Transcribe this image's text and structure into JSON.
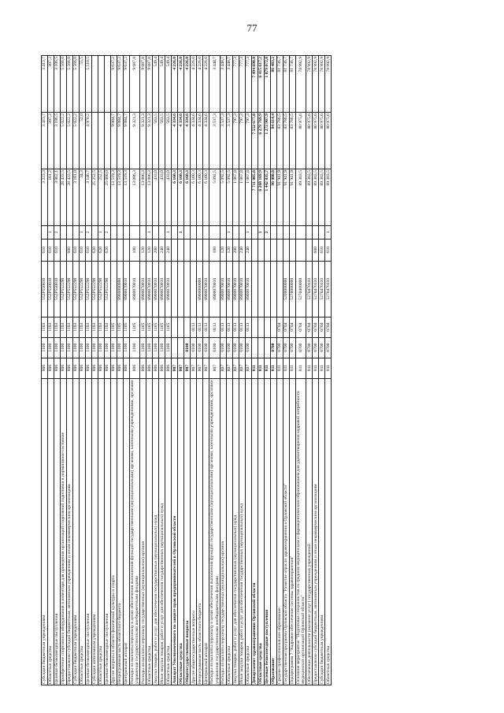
{
  "page_number": "77",
  "rows": [
    {
      "name": "Субсидии бюджетным учреждениям",
      "ved": "806",
      "rz": "1100",
      "pr": "1103",
      "cs": "552Р550810",
      "vr": "610",
      "flag": "",
      "s1": "3 223,3",
      "s2": "3 413,7",
      "s3": "3 413,7",
      "b": false
    },
    {
      "name": "Областные средства",
      "ved": "806",
      "rz": "1100",
      "pr": "1103",
      "cs": "552Р550810",
      "vr": "610",
      "flag": "1",
      "s1": "161,2",
      "s2": "307,2",
      "s3": "307,2",
      "b": false
    },
    {
      "name": "Целевые безвозмездные поступления",
      "ved": "806",
      "rz": "1100",
      "pr": "1103",
      "cs": "552Р550810",
      "vr": "610",
      "flag": "2",
      "s1": "3 062,1",
      "s2": "3 106,5",
      "s3": "3 106,5",
      "b": false
    },
    {
      "name": "Приобретение спортивного оборудования и инвентаря для приведения организаций спортивной подготовки в нормативное состояние",
      "ved": "806",
      "rz": "1100",
      "pr": "1103",
      "cs": "552Р552290",
      "vr": "",
      "flag": "",
      "s1": "28 433,5",
      "s2": "5 022,2",
      "s3": "5 566,0",
      "b": false
    },
    {
      "name": "Предоставление субсидий бюджетным, автономным учреждениям и иным некоммерческим организациям",
      "ved": "806",
      "rz": "1100",
      "pr": "1103",
      "cs": "552Р552290",
      "vr": "600",
      "flag": "",
      "s1": "28 433,5",
      "s2": "5 022,2",
      "s3": "5 566,0",
      "b": false
    },
    {
      "name": "Субсидии бюджетным учреждениям",
      "ved": "806",
      "rz": "1100",
      "pr": "1103",
      "cs": "552Р552290",
      "vr": "610",
      "flag": "",
      "s1": "3 181,0",
      "s2": "5 022,2",
      "s3": "5 566,0",
      "b": false
    },
    {
      "name": "Областные средства",
      "ved": "806",
      "rz": "1100",
      "pr": "1103",
      "cs": "552Р552290",
      "vr": "610",
      "flag": "1",
      "s1": "34,3",
      "s2": "52,0",
      "s3": "55,5",
      "b": false
    },
    {
      "name": "Целевые безвозмездные поступления",
      "ved": "806",
      "rz": "1100",
      "pr": "1103",
      "cs": "552Р552290",
      "vr": "610",
      "flag": "2",
      "s1": "3 146,7",
      "s2": "4 970,2",
      "s3": "5 510,5",
      "b": false
    },
    {
      "name": "Субсидии автономным учреждениям",
      "ved": "806",
      "rz": "1100",
      "pr": "1103",
      "cs": "552Р552290",
      "vr": "620",
      "flag": "",
      "s1": "25 252,5",
      "s2": "",
      "s3": "",
      "b": false
    },
    {
      "name": "Областные средства",
      "ved": "806",
      "rz": "1100",
      "pr": "1103",
      "cs": "552Р552290",
      "vr": "620",
      "flag": "1",
      "s1": "252,5",
      "s2": "",
      "s3": "",
      "b": false
    },
    {
      "name": "Целевые безвозмездные поступления",
      "ved": "806",
      "rz": "1100",
      "pr": "1103",
      "cs": "552Р552290",
      "vr": "620",
      "flag": "2",
      "s1": "25 000,0",
      "s2": "",
      "s3": "",
      "b": false
    },
    {
      "name": "Другие вопросы в области физической культуры и спорта",
      "ved": "806",
      "rz": "1100",
      "pr": "1105",
      "cs": "",
      "vr": "",
      "flag": "",
      "s1": "13 519,3",
      "s2": "9 884,7",
      "s3": "9 637,2",
      "b": false
    },
    {
      "name": "Непрограммная часть областного бюджета",
      "ved": "806",
      "rz": "1100",
      "pr": "1105",
      "cs": "8900000000",
      "vr": "",
      "flag": "",
      "s1": "13 519,3",
      "s2": "9 884,7",
      "s3": "9 637,2",
      "b": false
    },
    {
      "name": "Центральный аппарат",
      "ved": "806",
      "rz": "1100",
      "pr": "1105",
      "cs": "8900070010",
      "vr": "",
      "flag": "",
      "s1": "13 519,3",
      "s2": "9 884,7",
      "s3": "9 637,2",
      "b": false
    },
    {
      "name": "Расходы на выплаты персоналу в целях обеспечения выполнения функций государственными (муниципальными) органами, казенными учреждениями, органами управления государственными внебюджетными фондами",
      "ved": "806",
      "rz": "1100",
      "pr": "1105",
      "cs": "8900070010",
      "vr": "100",
      "flag": "",
      "s1": "13 086,3",
      "s2": "9 321,3",
      "s3": "9 087,8",
      "b": false
    },
    {
      "name": "Расходы на выплаты персоналу государственных (муниципальных) органов",
      "ved": "806",
      "rz": "1100",
      "pr": "1105",
      "cs": "8900070010",
      "vr": "120",
      "flag": "",
      "s1": "13 086,3",
      "s2": "9 321,3",
      "s3": "9 087,8",
      "b": false
    },
    {
      "name": "Областные средства",
      "ved": "806",
      "rz": "1100",
      "pr": "1105",
      "cs": "8900070010",
      "vr": "120",
      "flag": "1",
      "s1": "13 086,3",
      "s2": "9 321,3",
      "s3": "9 087,8",
      "b": false
    },
    {
      "name": "Закупка товаров, работ и услуг для обеспечения государственных (муниципальных) нужд",
      "ved": "806",
      "rz": "1100",
      "pr": "1105",
      "cs": "8900070010",
      "vr": "200",
      "flag": "",
      "s1": "433,0",
      "s2": "563,5",
      "s3": "549,4",
      "b": false
    },
    {
      "name": "Иные закупки товаров, работ и услуг для обеспечения государственных (муниципальных) нужд",
      "ved": "806",
      "rz": "1100",
      "pr": "1105",
      "cs": "8900070010",
      "vr": "240",
      "flag": "",
      "s1": "433,0",
      "s2": "563,5",
      "s3": "549,4",
      "b": false
    },
    {
      "name": "Областные средства",
      "ved": "806",
      "rz": "1100",
      "pr": "1105",
      "cs": "8900070010",
      "vr": "240",
      "flag": "1",
      "s1": "433,0",
      "s2": "563,5",
      "s3": "549,4",
      "b": false
    },
    {
      "name": "Аппарат Уполномоченного по защите прав предпринимателей в Орловской области",
      "ved": "807",
      "rz": "",
      "pr": "",
      "cs": "",
      "vr": "",
      "flag": "",
      "s1": "6 160,3",
      "s2": "4 334,6",
      "s3": "4 226,0",
      "b": true
    },
    {
      "name": "Областные средства",
      "ved": "807",
      "rz": "",
      "pr": "",
      "cs": "",
      "vr": "",
      "flag": "1",
      "s1": "6 160,3",
      "s2": "4 334,6",
      "s3": "4 226,0",
      "b": true
    },
    {
      "name": "Общегосударственные вопросы",
      "ved": "807",
      "rz": "0100",
      "pr": "",
      "cs": "",
      "vr": "",
      "flag": "",
      "s1": "6 160,3",
      "s2": "4 334,6",
      "s3": "4 226,0",
      "b": true
    },
    {
      "name": "Другие общегосударственные вопросы",
      "ved": "807",
      "rz": "0100",
      "pr": "0113",
      "cs": "",
      "vr": "",
      "flag": "",
      "s1": "6 160,3",
      "s2": "4 334,6",
      "s3": "4 226,0",
      "b": false
    },
    {
      "name": "Непрограммная часть областного бюджета",
      "ved": "807",
      "rz": "0100",
      "pr": "0113",
      "cs": "8900000000",
      "vr": "",
      "flag": "",
      "s1": "6 160,3",
      "s2": "4 334,6",
      "s3": "4 226,0",
      "b": false
    },
    {
      "name": "Центральный аппарат",
      "ved": "807",
      "rz": "0100",
      "pr": "0113",
      "cs": "8900070010",
      "vr": "",
      "flag": "",
      "s1": "6 160,3",
      "s2": "4 334,6",
      "s3": "4 226,0",
      "b": false
    },
    {
      "name": "Расходы на выплаты персоналу в целях обеспечения выполнения функций государственными (муниципальными) органами, казенными учреждениями, органами управления государственными внебюджетными фондами",
      "ved": "807",
      "rz": "0100",
      "pr": "0113",
      "cs": "8900070010",
      "vr": "100",
      "flag": "",
      "s1": "5 092,5",
      "s2": "3 537,3",
      "s3": "3 448,7",
      "b": false
    },
    {
      "name": "Расходы на выплаты персоналу государственных (муниципальных) органов",
      "ved": "807",
      "rz": "0100",
      "pr": "0113",
      "cs": "8900070010",
      "vr": "120",
      "flag": "",
      "s1": "5 092,5",
      "s2": "3 537,3",
      "s3": "3 448,7",
      "b": false
    },
    {
      "name": "Областные средства",
      "ved": "807",
      "rz": "0100",
      "pr": "0113",
      "cs": "8900070010",
      "vr": "120",
      "flag": "1",
      "s1": "5 092,5",
      "s2": "3 537,3",
      "s3": "3 448,7",
      "b": false
    },
    {
      "name": "Закупка товаров, работ и услуг для обеспечения государственных (муниципальных) нужд",
      "ved": "807",
      "rz": "0100",
      "pr": "0113",
      "cs": "8900070010",
      "vr": "200",
      "flag": "",
      "s1": "1 067,8",
      "s2": "797,3",
      "s3": "777,3",
      "b": false
    },
    {
      "name": "Иные закупки товаров, работ и услуг для обеспечения государственных (муниципальных) нужд",
      "ved": "807",
      "rz": "0100",
      "pr": "0113",
      "cs": "8900070010",
      "vr": "240",
      "flag": "",
      "s1": "1 067,8",
      "s2": "797,3",
      "s3": "777,3",
      "b": false
    },
    {
      "name": "Областные средства",
      "ved": "807",
      "rz": "0100",
      "pr": "0113",
      "cs": "8900070010",
      "vr": "240",
      "flag": "1",
      "s1": "1 067,8",
      "s2": "797,3",
      "s3": "777,3",
      "b": false
    },
    {
      "name": "Департамент здравоохранения Орловской области",
      "ved": "811",
      "rz": "",
      "pr": "",
      "cs": "",
      "vr": "",
      "flag": "",
      "s1": "7 711 005,6",
      "s2": "7 552 677,8",
      "s3": "7 494 690,0",
      "b": true
    },
    {
      "name": "Областные средства",
      "ved": "811",
      "rz": "",
      "pr": "",
      "cs": "",
      "vr": "",
      "flag": "1",
      "s1": "6 268 169,9",
      "s2": "6 279 769,9",
      "s3": "6 415 617,2",
      "b": true
    },
    {
      "name": "Целевые безвозмездные поступления",
      "ved": "811",
      "rz": "",
      "pr": "",
      "cs": "",
      "vr": "",
      "flag": "2",
      "s1": "1 442 835,7",
      "s2": "1 272 907,9",
      "s3": "1 079 072,8",
      "b": true
    },
    {
      "name": "Образование",
      "ved": "811",
      "rz": "0700",
      "pr": "",
      "cs": "",
      "vr": "",
      "flag": "",
      "s1": "96 080,8",
      "s2": "84 614,4",
      "s3": "86 483,2",
      "b": true
    },
    {
      "name": "Среднее профессиональное образование",
      "ved": "811",
      "rz": "0700",
      "pr": "0704",
      "cs": "",
      "vr": "",
      "flag": "",
      "s1": "91 941,9",
      "s2": "83 766,5",
      "s3": "81 736,7",
      "b": false
    },
    {
      "name": "Государственная программа Орловской области \"Развитие отрасли здравоохранения в Орловской области\"",
      "ved": "811",
      "rz": "0700",
      "pr": "0704",
      "cs": "5200000000",
      "vr": "",
      "flag": "",
      "s1": "91 941,9",
      "s2": "83 766,5",
      "s3": "81 736,7",
      "b": false
    },
    {
      "name": "Подпрограмма 7 \"Кадровое обеспечение системы здравоохранения\"",
      "ved": "811",
      "rz": "0700",
      "pr": "0704",
      "cs": "5270000000",
      "vr": "",
      "flag": "",
      "s1": "91 941,9",
      "s2": "83 766,5",
      "s3": "81 736,7",
      "b": false
    },
    {
      "name": "Основное мероприятие \"Подготовка специалистов со средним медицинским и фармацевтическим образованием для удовлетворения кадровой потребности медицинских организаций Орловской области\"",
      "ved": "811",
      "rz": "0700",
      "pr": "0704",
      "cs": "5270400000",
      "vr": "",
      "flag": "",
      "s1": "89 303,5",
      "s2": "80 975,6",
      "s3": "78 992,9",
      "b": false
    },
    {
      "name": "Обеспечение деятельности (оказание услуг) государственных учреждений",
      "ved": "811",
      "rz": "0700",
      "pr": "0704",
      "cs": "5270470110",
      "vr": "",
      "flag": "",
      "s1": "89 303,5",
      "s2": "80 975,6",
      "s3": "78 992,9",
      "b": false
    },
    {
      "name": "Предоставление субсидий бюджетным, автономным учреждениям и иным некоммерческим организациям",
      "ved": "811",
      "rz": "0700",
      "pr": "0704",
      "cs": "5270470110",
      "vr": "600",
      "flag": "",
      "s1": "89 303,5",
      "s2": "80 975,6",
      "s3": "78 992,9",
      "b": false
    },
    {
      "name": "Субсидии бюджетным учреждениям",
      "ved": "811",
      "rz": "0700",
      "pr": "0704",
      "cs": "5270470110",
      "vr": "610",
      "flag": "",
      "s1": "89 303,5",
      "s2": "80 975,6",
      "s3": "78 992,9",
      "b": false
    },
    {
      "name": "Областные средства",
      "ved": "811",
      "rz": "0700",
      "pr": "0704",
      "cs": "5270470110",
      "vr": "610",
      "flag": "1",
      "s1": "89 303,5",
      "s2": "80 975,6",
      "s3": "78 992,9",
      "b": false
    }
  ]
}
